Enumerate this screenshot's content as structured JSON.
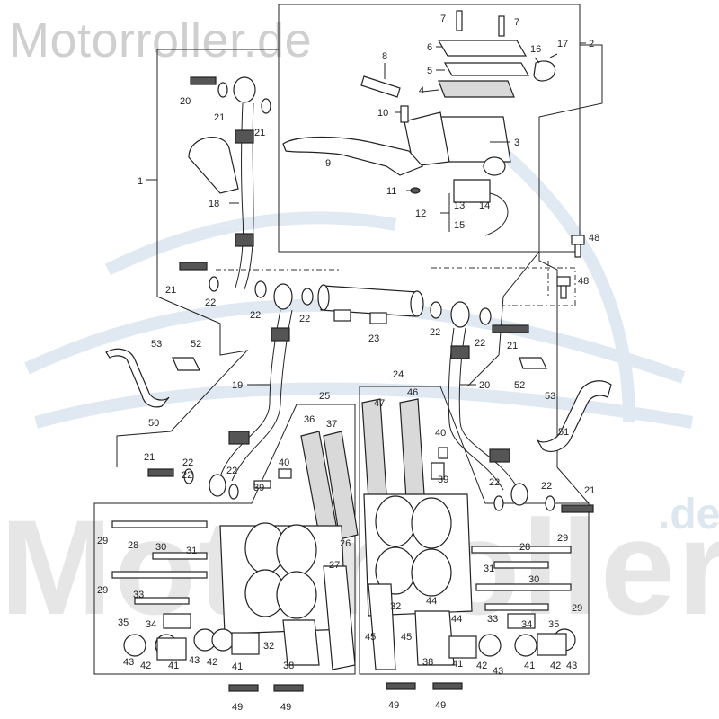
{
  "watermark": {
    "top_text": "Motorroller.de",
    "big_text": "Motorroller",
    "big_suffix": ".de"
  },
  "callouts": [
    "1",
    "2",
    "3",
    "4",
    "5",
    "6",
    "7",
    "7",
    "8",
    "9",
    "10",
    "11",
    "12",
    "13",
    "14",
    "15",
    "16",
    "17",
    "18",
    "19",
    "20",
    "20",
    "21",
    "21",
    "21",
    "21",
    "21",
    "21",
    "22",
    "22",
    "22",
    "22",
    "22",
    "22",
    "22",
    "22",
    "22",
    "22",
    "23",
    "24",
    "25",
    "26",
    "27",
    "28",
    "28",
    "29",
    "29",
    "29",
    "29",
    "30",
    "30",
    "31",
    "31",
    "32",
    "32",
    "33",
    "33",
    "34",
    "34",
    "35",
    "35",
    "36",
    "37",
    "38",
    "38",
    "39",
    "39",
    "40",
    "40",
    "41",
    "41",
    "41",
    "41",
    "42",
    "42",
    "42",
    "42",
    "43",
    "43",
    "43",
    "43",
    "44",
    "44",
    "45",
    "45",
    "46",
    "47",
    "48",
    "48",
    "49",
    "49",
    "49",
    "49",
    "50",
    "51",
    "52",
    "52",
    "53",
    "53"
  ],
  "colors": {
    "line": "#222222",
    "watermark_gray": "#cfcfcf",
    "watermark_blue": "#c8d8e8"
  }
}
